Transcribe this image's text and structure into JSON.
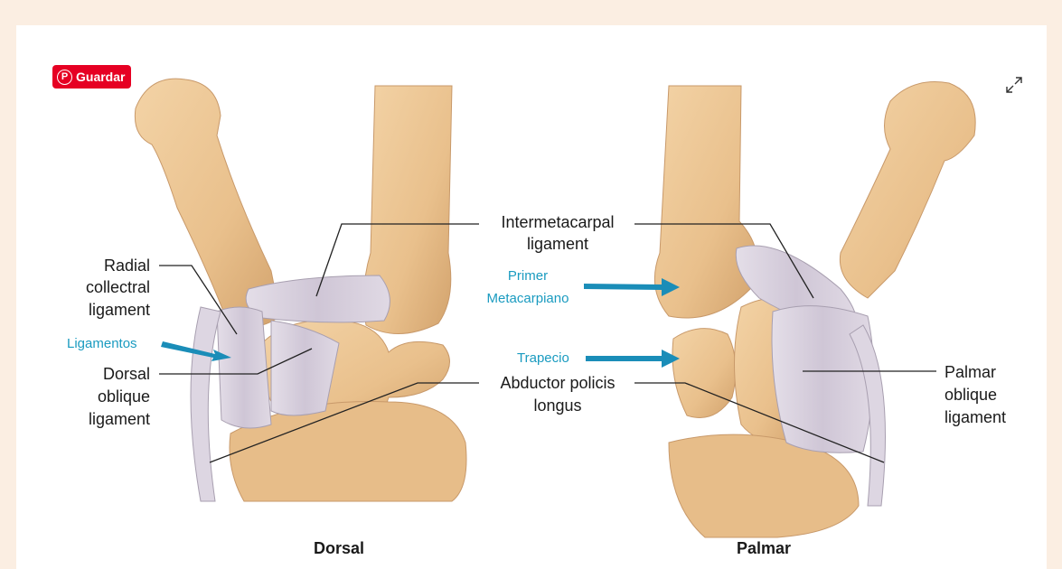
{
  "save_button": {
    "label": "Guardar",
    "icon": "pinterest-icon",
    "color": "#e60023"
  },
  "expand_button": {
    "icon": "expand-icon"
  },
  "labels": {
    "intermetacarpal_1": "Intermetacarpal",
    "intermetacarpal_2": "ligament",
    "radial_1": "Radial",
    "radial_2": "collectral",
    "radial_3": "ligament",
    "ligamentos": "Ligamentos",
    "dorsal_oblique_1": "Dorsal",
    "dorsal_oblique_2": "oblique",
    "dorsal_oblique_3": "ligament",
    "primer_1": "Primer",
    "primer_2": "Metacarpiano",
    "trapecio": "Trapecio",
    "abductor_1": "Abductor policis",
    "abductor_2": "longus",
    "palmar_oblique_1": "Palmar",
    "palmar_oblique_2": "oblique",
    "palmar_oblique_3": "ligament",
    "view_dorsal": "Dorsal",
    "view_palmar": "Palmar"
  },
  "colors": {
    "bone": "#ecc592",
    "bone_shadow": "#c89a66",
    "ligament": "#d7d0dc",
    "ligament_line": "#a89fb0",
    "blue_label": "#1a9bc0",
    "arrow": "#1a8db8",
    "page_bg": "#fbeee2"
  }
}
